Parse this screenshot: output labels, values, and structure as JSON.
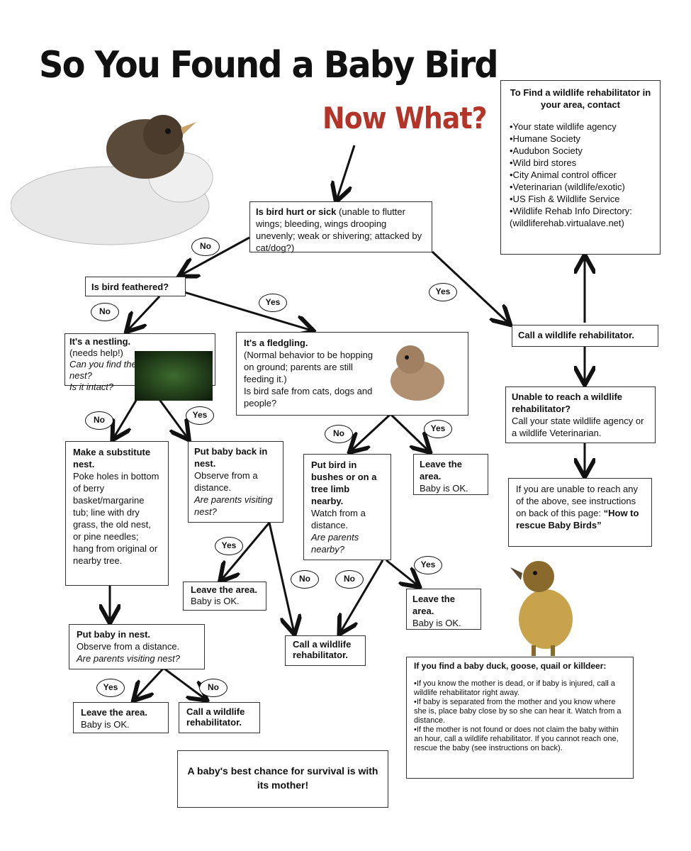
{
  "title": "So You Found a Baby Bird",
  "subtitle": "Now What?",
  "contact": {
    "heading": "To Find a wildlife rehabilitator in your area, contact",
    "items": [
      "•Your state wildlife agency",
      "•Humane Society",
      "•Audubon Society",
      "•Wild bird stores",
      "•City Animal control officer",
      "•Veterinarian (wildlife/exotic)",
      "•US Fish & Wildlife Service",
      "•Wildlife Rehab Info Directory:",
      "(wildliferehab.virtualave.net)"
    ]
  },
  "hurt": {
    "bold": "Is bird hurt or sick",
    "text": " (unable to flutter wings; bleeding, wings drooping unevenly; weak or shivering; attacked by cat/dog?)"
  },
  "feathered": "Is bird feathered?",
  "nestling": {
    "bold": "It's a nestling.",
    "l1": "(needs help!)",
    "i1": "Can you find the nest?",
    "i2": "Is it intact?"
  },
  "fledgling": {
    "bold": "It's a fledgling.",
    "text": "(Normal behavior to be hopping on ground; parents are still feeding it.)",
    "q": "Is bird safe from cats, dogs and people?"
  },
  "call_rehab": "Call a wildlife rehabilitator.",
  "unable": {
    "bold": "Unable to reach a wildlife rehabilitator?",
    "text": "Call your state wildlife agency or a wildlife Veterinarian."
  },
  "if_unable": {
    "text": "If you are unable to reach any of the above, see instructions on back of this page:",
    "bold": "“How to rescue Baby Birds”"
  },
  "substitute": {
    "bold": "Make a substitute nest.",
    "text": "Poke holes in bottom of berry basket/margarine tub; line with dry grass, the old nest, or pine needles; hang from original or nearby tree."
  },
  "put_back": {
    "bold": "Put baby back in nest.",
    "text": "Observe from a distance.",
    "q": "Are parents visiting nest?"
  },
  "bushes": {
    "bold": "Put bird in bushes or on a tree limb nearby.",
    "text": "Watch from a distance.",
    "q": "Are parents nearby?"
  },
  "leave": {
    "bold": "Leave the area.",
    "text": "Baby is OK."
  },
  "call_wildlife": "Call a wildlife rehabilitator.",
  "put_in_nest": {
    "bold": "Put baby in nest.",
    "text": "Observe from a distance.",
    "q": "Are parents visiting nest?"
  },
  "best_chance": "A baby's best chance for survival is with its mother!",
  "duck": {
    "heading": "If you find a baby duck, goose, quail or killdeer:",
    "items": [
      "•If you know the mother is dead, or if baby is injured, call a wildlife rehabilitator right away.",
      "•If baby is separated from the mother and you know where she is, place baby close by so she can hear it. Watch from a distance.",
      "•If the mother is not found or does not claim the baby within an hour, call a wildlife rehabilitator. If you cannot reach one, rescue the baby (see instructions on back)."
    ]
  },
  "yes": "Yes",
  "no": "No",
  "colors": {
    "accent": "#b5342a"
  }
}
